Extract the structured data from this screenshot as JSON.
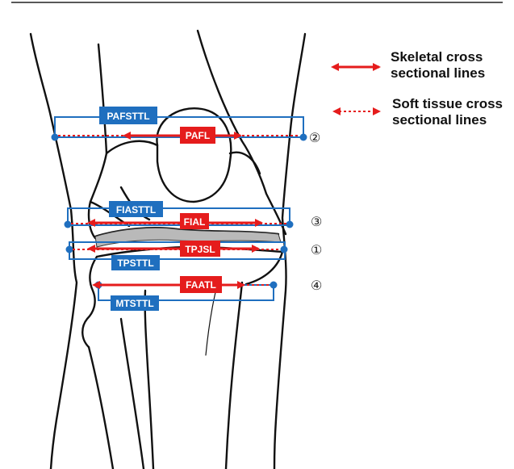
{
  "legend": {
    "skeletal_line1": "Skeletal cross",
    "skeletal_line2": "sectional lines",
    "soft_line1": "Soft tissue cross",
    "soft_line2": "sectional lines"
  },
  "labels": {
    "pafsttl": "PAFSTTL",
    "pafl": "PAFL",
    "fiasttl": "FIASTTL",
    "fial": "FIAL",
    "tpjsl": "TPJSL",
    "tpsttl": "TPSTTL",
    "faatl": "FAATL",
    "mtsttl": "MTSTTL"
  },
  "markers": {
    "one": "①",
    "two": "②",
    "three": "③",
    "four": "④"
  },
  "colors": {
    "blue": "#1f6fbf",
    "red": "#e51c1c",
    "outline": "#111111",
    "joint_space": "#b9b9b9"
  }
}
